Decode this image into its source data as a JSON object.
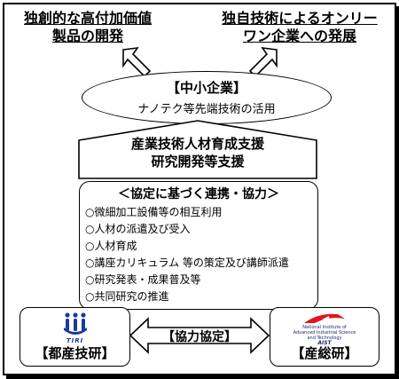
{
  "goals": {
    "left": [
      "独創的な高付加価値",
      "製品の開発"
    ],
    "right": [
      "独自技術によるオンリー",
      "ワン企業への発展"
    ]
  },
  "sme": {
    "title": "【中小企業】",
    "subtitle": "ナノテク等先端技術の活用"
  },
  "support": {
    "line1": "産業技術人材育成支援",
    "line2": "研究開発等支援"
  },
  "cooperation": {
    "title": "＜協定に基づく連携・協力＞",
    "items": [
      "○微細加工設備等の相互利用",
      "○人材の派遣及び受入",
      "○人材育成",
      "○講座カリキュラム 等の策定及び講師派遣",
      "○研究発表・成果普及等",
      "○共同研究の推進"
    ]
  },
  "orgs": {
    "left": {
      "logo_text": "TIRI",
      "name": "【都産技研】"
    },
    "right": {
      "logo_lines": [
        "National Institute of",
        "Advanced Industrial Science",
        "and Technology"
      ],
      "logo_abbr": "AIST",
      "name": "【産総研】"
    }
  },
  "agreement": {
    "label": "【協力協定】"
  },
  "colors": {
    "tiri_blue": "#1a3b9c",
    "aist_red": "#e0161b",
    "aist_navy": "#1b2a6b"
  }
}
